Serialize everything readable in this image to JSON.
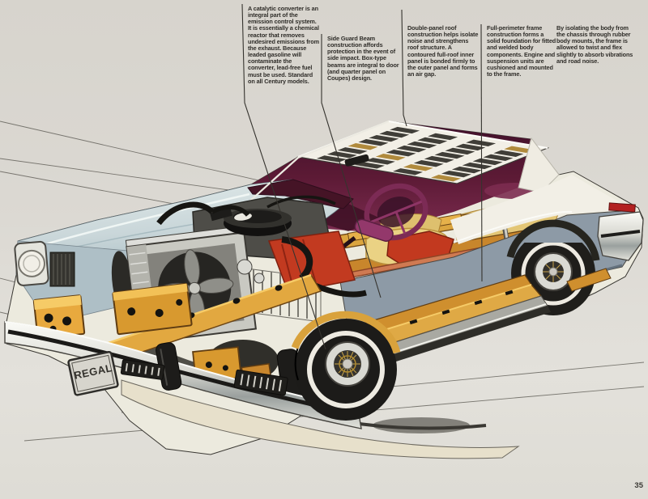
{
  "page": {
    "number": "35"
  },
  "plate": {
    "text": "REGAL"
  },
  "callouts": [
    {
      "id": "catalytic-converter",
      "text": "A catalytic converter is an integral part of the emission control system. It is essentially a chemical reactor that removes undesired emissions from the exhaust. Because leaded gasoline will contaminate the converter, lead-free fuel must be used. Standard on all Century models."
    },
    {
      "id": "side-guard-beam",
      "text": "Side Guard Beam construction affords protection in the event of side impact. Box-type beams are integral to door (and quarter panel on Coupes) design."
    },
    {
      "id": "double-panel-roof",
      "text": "Double-panel roof construction helps isolate noise and strengthens roof structure. A contoured full-roof inner panel is bonded firmly to the outer panel and forms an air gap."
    },
    {
      "id": "full-perimeter-frame",
      "text": "Full-perimeter frame construction forms a solid foundation for fitted and welded body components. Engine and suspension units are cushioned and mounted to the frame."
    },
    {
      "id": "body-isolation",
      "text": "By isolating the body from the chassis through rubber body mounts, the frame is allowed to twist and flex slightly to absorb vibrations and road noise."
    }
  ],
  "colors": {
    "paper": "#d8d5cf",
    "ink": "#2f2d29",
    "frame_gold": "#dfa945",
    "interior_maroon": "#5c1a35",
    "hood_blue": "#c9d6d9",
    "engine_red": "#c23a20",
    "body_white": "#f2efe6",
    "lower_body_gray": "#8d9aa6"
  }
}
